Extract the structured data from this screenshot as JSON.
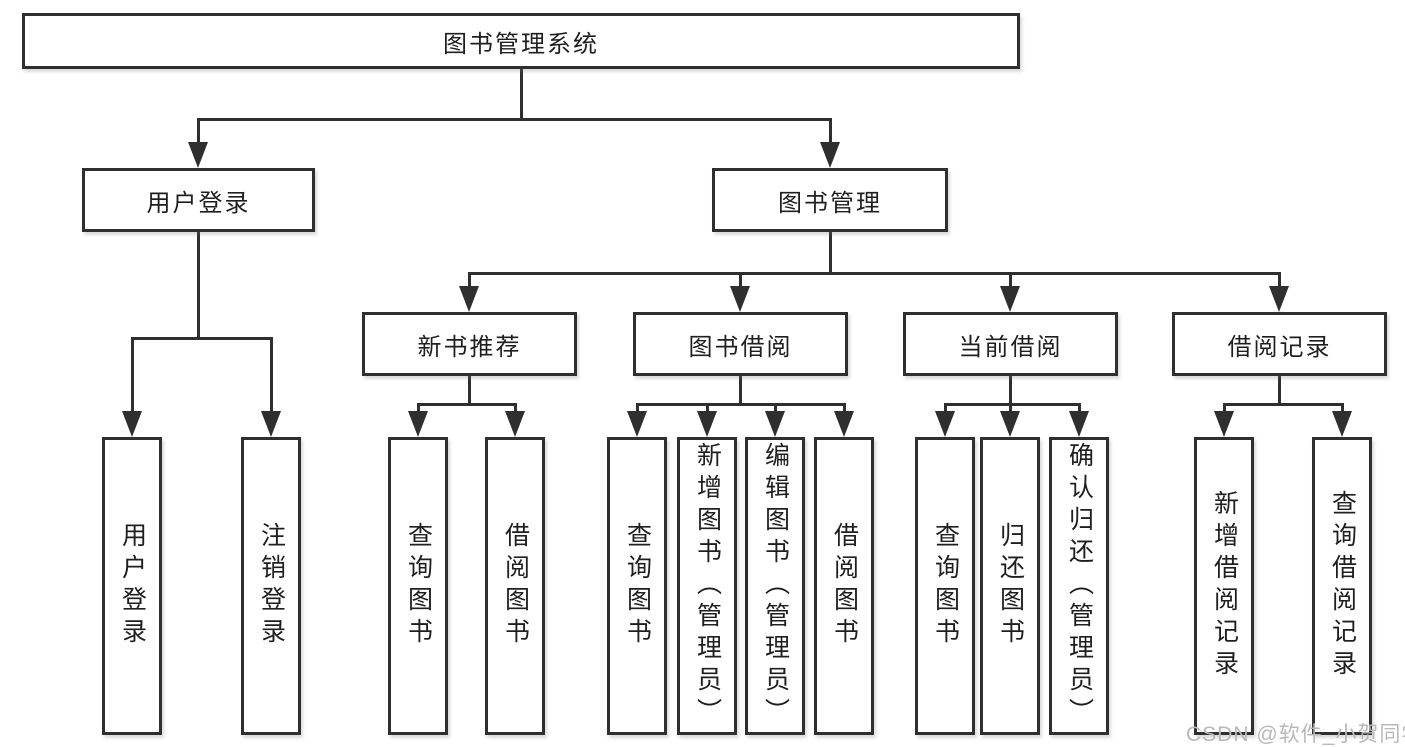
{
  "diagram": {
    "type": "hierarchy-tree",
    "structure": {
      "图书管理系统": {
        "用户登录": [
          "用户登录",
          "注销登录"
        ],
        "图书管理": {
          "新书推荐": [
            "查询图书",
            "借阅图书"
          ],
          "图书借阅": [
            "查询图书",
            "新增图书（管理员）",
            "编辑图书（管理员）",
            "借阅图书"
          ],
          "当前借阅": [
            "查询图书",
            "归还图书",
            "确认归还（管理员）"
          ],
          "借阅记录": [
            "新增借阅记录",
            "查询借阅记录"
          ]
        }
      }
    }
  },
  "nodes": {
    "root": {
      "label": "图书管理系统"
    },
    "user_login": {
      "label": "用户登录"
    },
    "book_mgmt": {
      "label": "图书管理"
    },
    "new_book_rec": {
      "label": "新书推荐"
    },
    "book_borrow": {
      "label": "图书借阅"
    },
    "current_borrow": {
      "label": "当前借阅"
    },
    "borrow_records": {
      "label": "借阅记录"
    },
    "leaf_user_login": {
      "label": "用户登录"
    },
    "leaf_logout": {
      "label": "注销登录"
    },
    "leaf_query_book_new": {
      "label": "查询图书"
    },
    "leaf_borrow_book_new": {
      "label": "借阅图书"
    },
    "leaf_query_book_bor": {
      "label": "查询图书"
    },
    "leaf_add_book": {
      "label": "新增图书（管理员）"
    },
    "leaf_edit_book": {
      "label": "编辑图书（管理员）"
    },
    "leaf_borrow_book_bor": {
      "label": "借阅图书"
    },
    "leaf_query_book_cur": {
      "label": "查询图书"
    },
    "leaf_return_book": {
      "label": "归还图书"
    },
    "leaf_confirm_return": {
      "label": "确认归还（管理员）"
    },
    "leaf_add_record": {
      "label": "新增借阅记录"
    },
    "leaf_query_record": {
      "label": "查询借阅记录"
    }
  },
  "watermark": "CSDN @软件_小贺同学",
  "colors": {
    "line": "#2f2f2f",
    "text": "#1f1f1f",
    "background": "#ffffff",
    "watermark": "#b9b9b9"
  }
}
